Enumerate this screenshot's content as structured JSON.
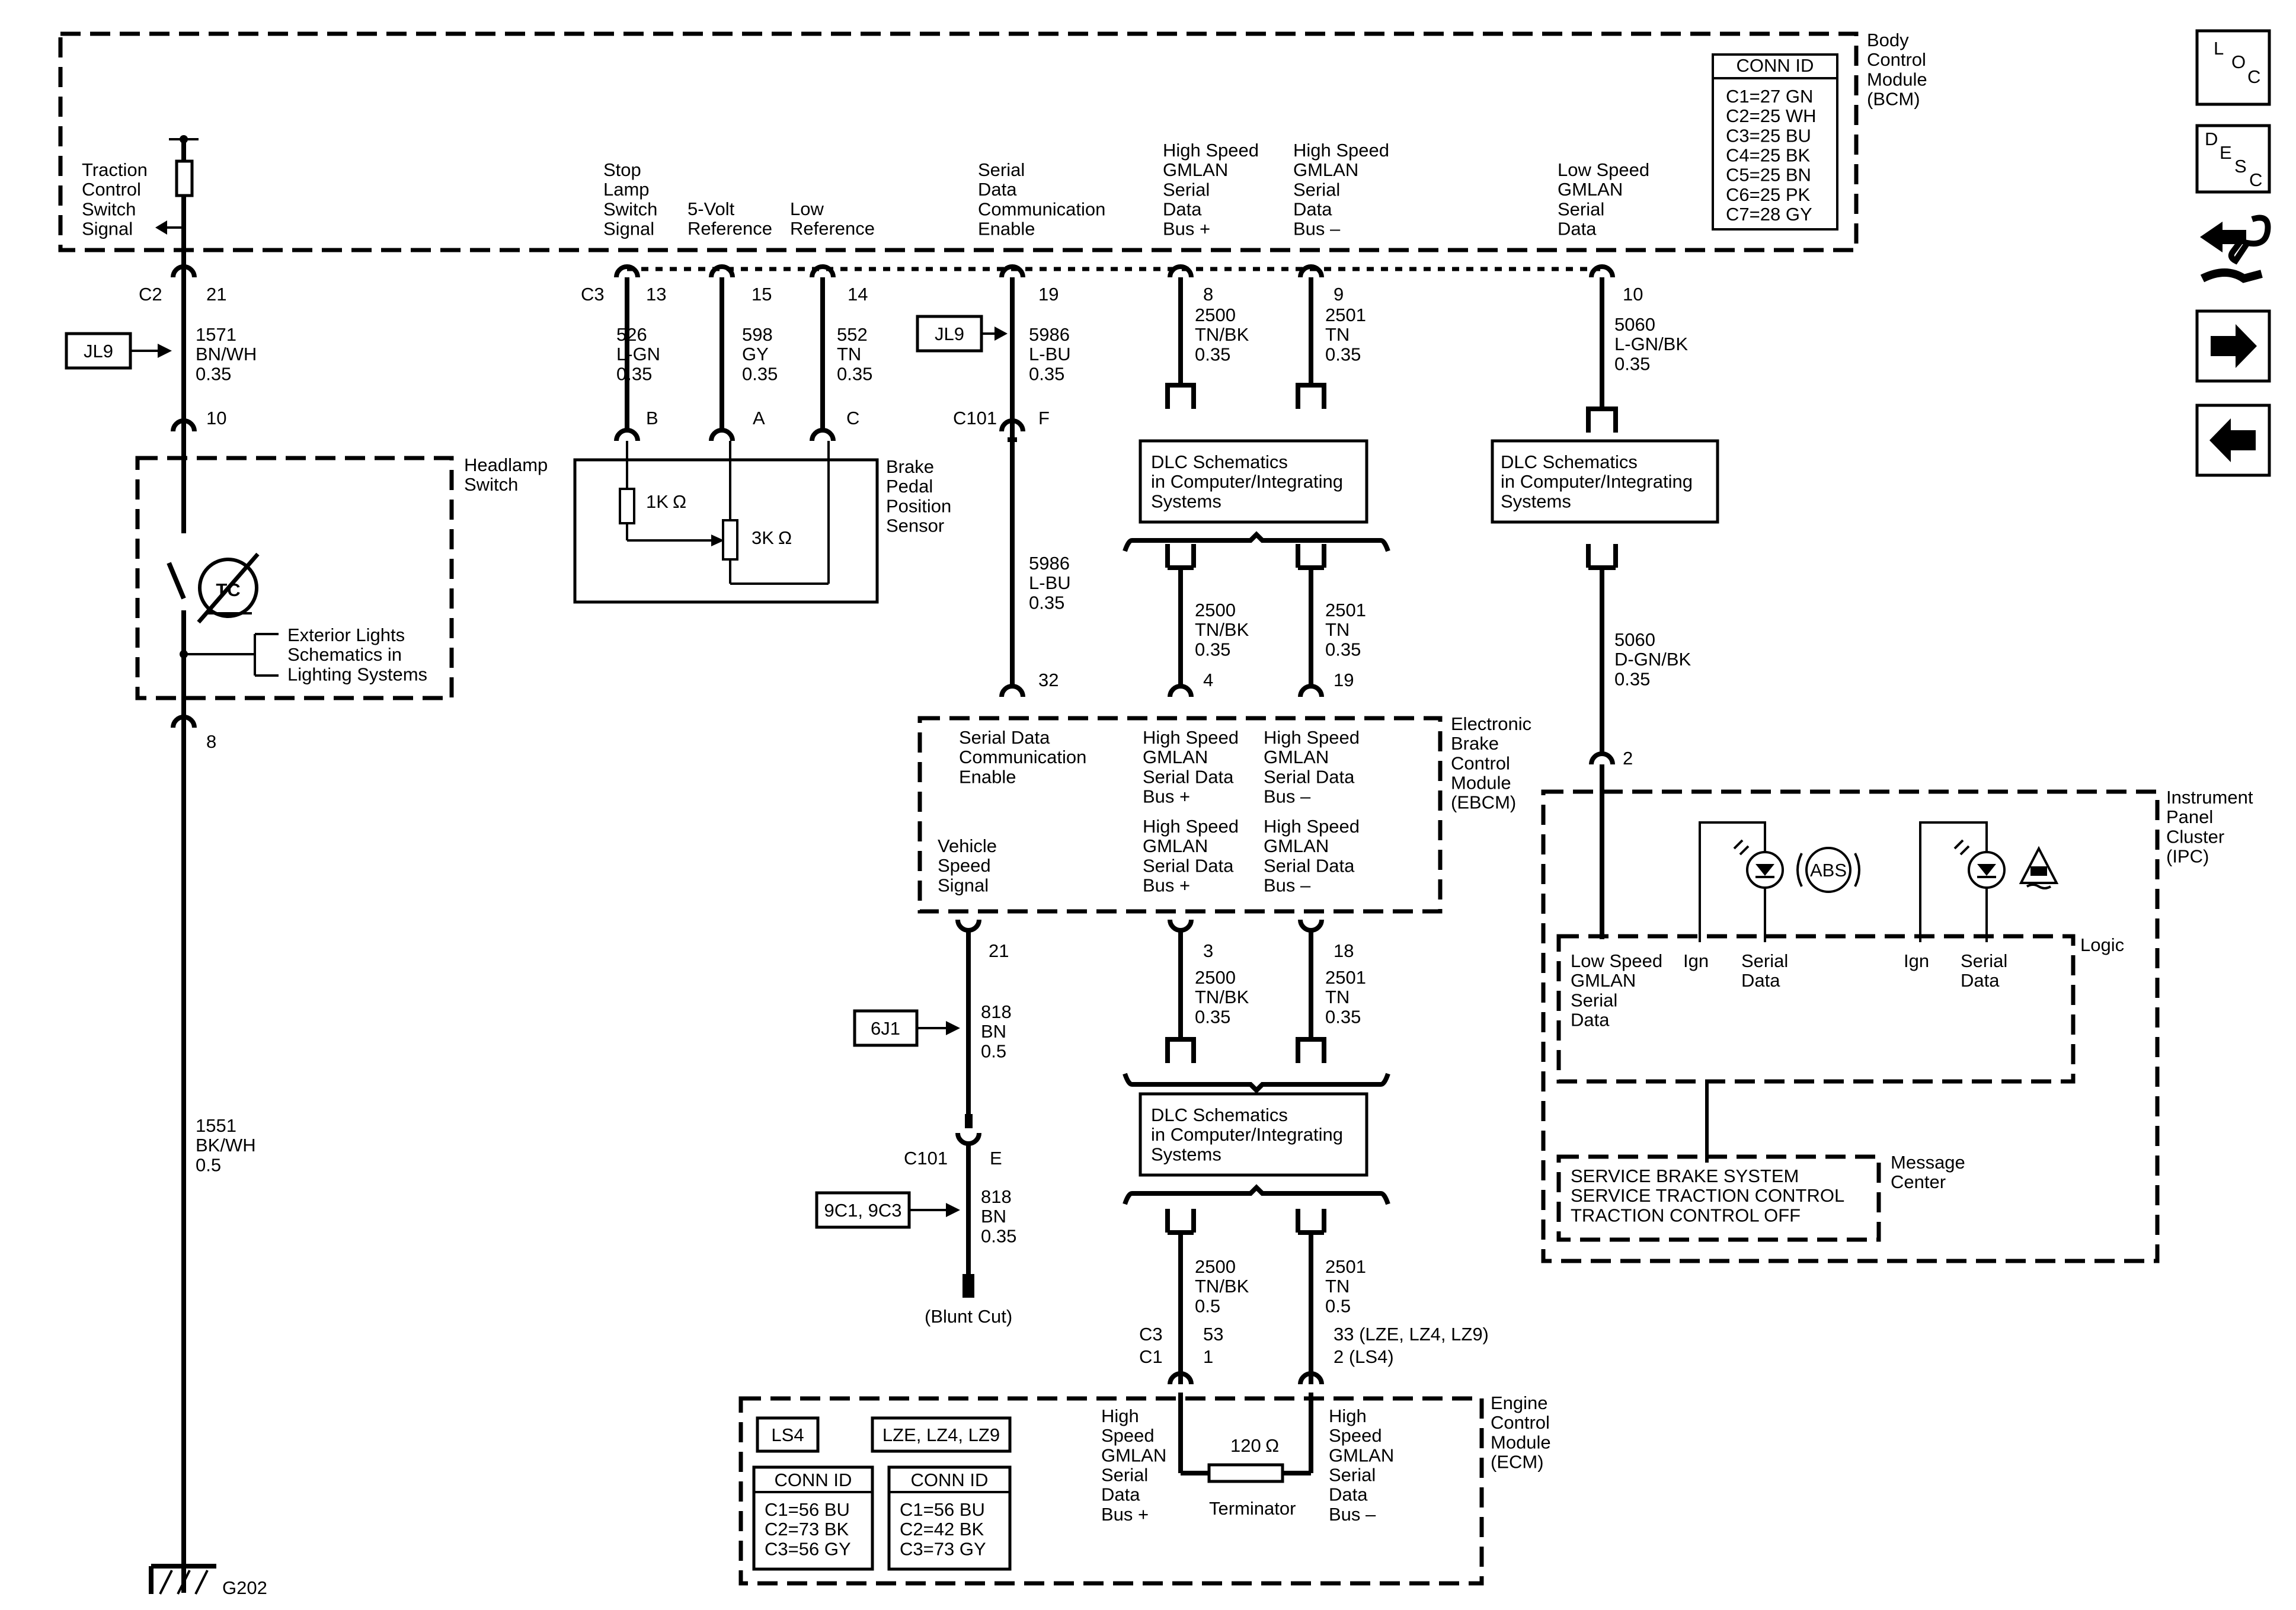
{
  "bcm": {
    "name": "Body\nControl\nModule\n(BCM)",
    "conn_title": "CONN ID",
    "conn": [
      "C1=27 GN",
      "C2=25 WH",
      "C3=25 BU",
      "C4=25 BK",
      "C5=25 BN",
      "C6=25 PK",
      "C7=28 GY"
    ],
    "signals": {
      "traction": "Traction\nControl\nSwitch\nSignal",
      "stop": "Stop\nLamp\nSwitch\nSignal",
      "vref": "5-Volt\nReference",
      "lowref": "Low\nReference",
      "serial_en": "Serial\nData\nCommunication\nEnable",
      "hs_plus": "High Speed\nGMLAN\nSerial\nData\nBus +",
      "hs_minus": "High Speed\nGMLAN\nSerial\nData\nBus –",
      "low_speed": "Low Speed\nGMLAN\nSerial\nData"
    }
  },
  "connectors": {
    "c2": "C2",
    "c3": "C3",
    "c101a": "C101",
    "c101b": "C101",
    "ecm_c3": "C3",
    "ecm_c1": "C1"
  },
  "pins": {
    "p21": "21",
    "p10": "10",
    "p8": "8",
    "p13": "13",
    "p15": "15",
    "p14": "14",
    "p19": "19",
    "p8b": "8",
    "p9": "9",
    "p10b": "10",
    "pB": "B",
    "pA": "A",
    "pC": "C",
    "pF": "F",
    "p32": "32",
    "p4": "4",
    "p19b": "19",
    "p21b": "21",
    "p3": "3",
    "p18": "18",
    "pE": "E",
    "p2": "2",
    "p53": "53",
    "p1": "1",
    "p33": "33 (LZE, LZ4, LZ9)",
    "p2b": "2 (LS4)"
  },
  "wires": {
    "w1571": "1571\nBN/WH\n0.35",
    "w526": "526\nL-GN\n0.35",
    "w598": "598\nGY\n0.35",
    "w552": "552\nTN\n0.35",
    "w5986a": "5986\nL-BU\n0.35",
    "w2500a": "2500\nTN/BK\n0.35",
    "w2501a": "2501\nTN\n0.35",
    "w5060a": "5060\nL-GN/BK\n0.35",
    "w5986b": "5986\nL-BU\n0.35",
    "w2500b": "2500\nTN/BK\n0.35",
    "w2501b": "2501\nTN\n0.35",
    "w5060b": "5060\nD-GN/BK\n0.35",
    "w2500c": "2500\nTN/BK\n0.35",
    "w2501c": "2501\nTN\n0.35",
    "w818a": "818\nBN\n0.5",
    "w818b": "818\nBN\n0.35",
    "w2500d": "2500\nTN/BK\n0.5",
    "w2501d": "2501\nTN\n0.5",
    "w1551": "1551\nBK/WH\n0.5"
  },
  "refs": {
    "jl9a": "JL9",
    "jl9b": "JL9",
    "r6j1": "6J1",
    "r9c1": "9C1, 9C3"
  },
  "headlamp": {
    "name": "Headlamp\nSwitch",
    "tc": "TC",
    "ext": "Exterior Lights\nSchematics in\nLighting Systems"
  },
  "brake_sensor": {
    "name": "Brake\nPedal\nPosition\nSensor",
    "r1": "1K",
    "r2": "3K",
    "ohm": "Ω"
  },
  "dlc": {
    "d1": "DLC Schematics\nin Computer/Integrating\nSystems",
    "d2": "DLC Schematics\nin Computer/Integrating\nSystems",
    "d3": "DLC Schematics\nin Computer/Integrating\nSystems"
  },
  "ebcm": {
    "name": "Electronic\nBrake\nControl\nModule\n(EBCM)",
    "serial_en": "Serial Data\nCommunication\nEnable",
    "hs1": "High Speed\nGMLAN\nSerial Data\nBus +",
    "hs2": "High Speed\nGMLAN\nSerial Data\nBus –",
    "vss": "Vehicle\nSpeed\nSignal",
    "hs3": "High Speed\nGMLAN\nSerial Data\nBus +",
    "hs4": "High Speed\nGMLAN\nSerial Data\nBus –"
  },
  "ipc": {
    "name": "Instrument\nPanel\nCluster\n(IPC)",
    "logic": "Logic",
    "lowspeed": "Low Speed\nGMLAN\nSerial\nData",
    "ign1": "Ign",
    "serial1": "Serial\nData",
    "ign2": "Ign",
    "serial2": "Serial\nData",
    "abs": "ABS",
    "msg_label": "Message\nCenter",
    "messages": [
      "SERVICE BRAKE SYSTEM",
      "SERVICE TRACTION CONTROL",
      "TRACTION CONTROL OFF"
    ]
  },
  "ecm": {
    "name": "Engine\nControl\nModule\n(ECM)",
    "ls4": "LS4",
    "lze": "LZE, LZ4, LZ9",
    "conn_title_a": "CONN ID",
    "conn_a": [
      "C1=56 BU",
      "C2=73 BK",
      "C3=56 GY"
    ],
    "conn_title_b": "CONN ID",
    "conn_b": [
      "C1=56 BU",
      "C2=42 BK",
      "C3=73 GY"
    ],
    "hs_plus": "High\nSpeed\nGMLAN\nSerial\nData\nBus +",
    "hs_minus": "High\nSpeed\nGMLAN\nSerial\nData\nBus –",
    "res": "120",
    "ohm": "Ω",
    "term": "Terminator"
  },
  "blunt": "(Blunt Cut)",
  "ground": "G202",
  "nav": {
    "loc": [
      "L",
      "O",
      "C"
    ],
    "desc": [
      "D",
      "E",
      "S",
      "C"
    ]
  }
}
